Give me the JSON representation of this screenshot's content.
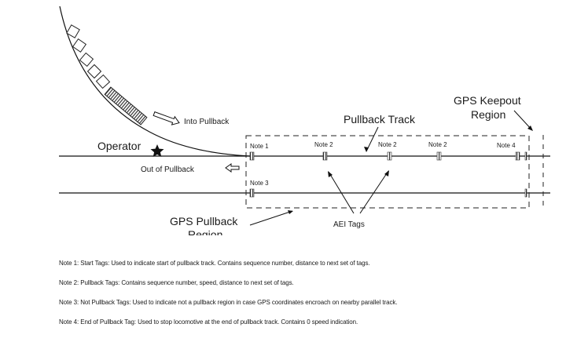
{
  "diagram": {
    "labels": {
      "into_pullback": "Into Pullback",
      "out_of_pullback": "Out of Pullback",
      "operator": "Operator",
      "pullback_track": "Pullback Track",
      "gps_keepout_line1": "GPS Keepout",
      "gps_keepout_line2": "Region",
      "gps_pullback_line1": "GPS Pullback",
      "gps_pullback_line2": "Region",
      "aei_tags": "AEI Tags"
    },
    "tag_notes": {
      "note1": "Note 1",
      "note2a": "Note 2",
      "note2b": "Note 2",
      "note2c": "Note 2",
      "note4": "Note 4",
      "note3": "Note 3"
    }
  },
  "notes": [
    "Note 1: Start Tags: Used to indicate start of pullback track. Contains sequence number, distance to next set of tags.",
    "Note 2: Pullback Tags: Contains sequence number, speed, distance to next set of tags.",
    "Note 3: Not Pullback Tags: Used to indicate not a pullback region in case GPS coordinates encroach on nearby parallel track.",
    "Note 4: End of Pullback Tag: Used to stop locomotive at the end of pullback track. Contains 0 speed indication."
  ]
}
